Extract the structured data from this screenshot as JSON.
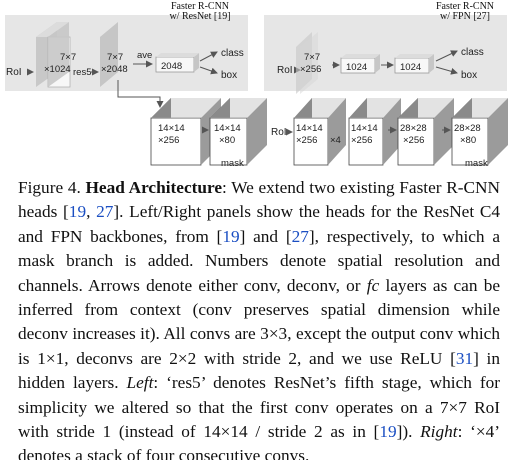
{
  "figure": {
    "left": {
      "title_line1": "Faster R-CNN",
      "title_line2": "w/ ResNet [19]",
      "roi": "RoI",
      "block1_line1": "7×7",
      "block1_line2": "×1024",
      "res5": "res5",
      "block2_line1": "7×7",
      "block2_line2": "×2048",
      "ave": "ave",
      "vec": "2048",
      "class": "class",
      "box": "box",
      "mask_block1_line1": "14×14",
      "mask_block1_line2": "×256",
      "mask_block2_line1": "14×14",
      "mask_block2_line2": "×80",
      "mask": "mask"
    },
    "right": {
      "title_line1": "Faster R-CNN",
      "title_line2": "w/ FPN [27]",
      "roi_top": "RoI",
      "block1_line1": "7×7",
      "block1_line2": "×256",
      "fc1": "1024",
      "fc2": "1024",
      "class": "class",
      "box": "box",
      "roi_bottom": "RoI",
      "mask_block1_line1": "14×14",
      "mask_block1_line2": "×256",
      "x4": "×4",
      "mask_block2_line1": "14×14",
      "mask_block2_line2": "×256",
      "mask_block3_line1": "28×28",
      "mask_block3_line2": "×256",
      "mask_block4_line1": "28×28",
      "mask_block4_line2": "×80",
      "mask": "mask"
    }
  },
  "caption": {
    "figure_label": "Figure 4.",
    "heading": "Head Architecture",
    "text_1": ": We extend two existing Faster R-CNN heads [",
    "ref_19a": "19",
    "text_2": ", ",
    "ref_27a": "27",
    "text_3": "]. Left/Right panels show the heads for the ResNet C4 and FPN backbones, from [",
    "ref_19b": "19",
    "text_4": "] and [",
    "ref_27b": "27",
    "text_5": "], respectively, to which a mask branch is added. Numbers denote spatial resolution and channels. Arrows denote either conv, deconv, or ",
    "fc": "fc",
    "text_6": " layers as can be inferred from context (conv preserves spatial dimension while deconv increases it). All convs are 3×3, except the output conv which is 1×1, deconvs are 2×2 with stride 2, and we use ReLU [",
    "ref_31": "31",
    "text_7": "] in hidden layers. ",
    "left_label": "Left",
    "text_8": ": ‘res5’ denotes ResNet’s fifth stage, which for simplicity we altered so that the first conv operates on a 7×7 RoI with stride 1 (instead of 14×14 / stride 2 as in [",
    "ref_19c": "19",
    "text_9": "]). ",
    "right_label": "Right",
    "text_10": ": ‘×4’ denotes a stack of four consecutive convs."
  },
  "colors": {
    "panel_bg": "#e6e6e6",
    "block_front": "#ffffff",
    "block_side": "#9b9b9b",
    "block_top": "#d0d0d0",
    "faded_front": "#f7f7f7",
    "faded_side": "#c6c6c6",
    "arrow": "#555555",
    "link": "#1a4ec2"
  }
}
